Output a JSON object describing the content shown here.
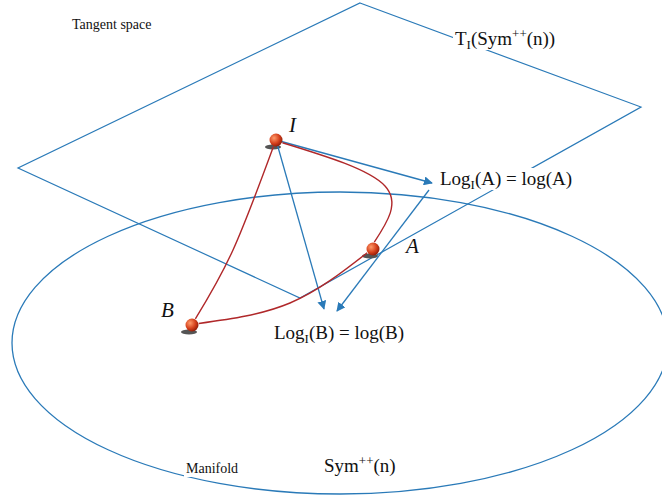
{
  "diagram": {
    "nodes": [
      {
        "text": [
          "I"
        ]
      },
      {
        "text": [
          "A"
        ]
      },
      {
        "text": [
          "B"
        ]
      }
    ],
    "edges": [
      {
        "from": 0,
        "to": 1,
        "arrow": "none"
      },
      {
        "from": 0,
        "to": 2,
        "arrow": "none"
      },
      {
        "from": 2,
        "to": 1,
        "arrow": "none"
      }
    ],
    "labels": [
      "Tangent space",
      "TI(Sym++(n))",
      "LogI(A) = log(A)",
      "LogI(B) = log(B)",
      "Manifold",
      "Sym++(n)"
    ]
  }
}
